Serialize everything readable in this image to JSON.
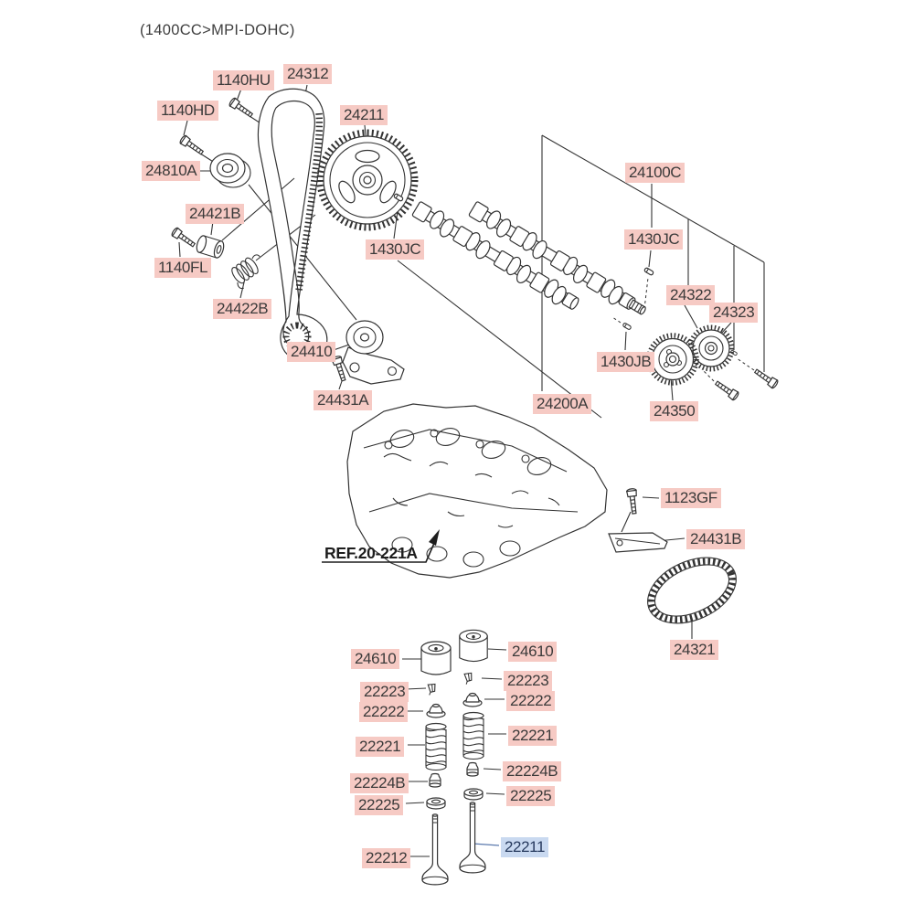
{
  "title": "(1400CC>MPI-DOHC)",
  "ref": {
    "label": "REF.20-221A"
  },
  "colors": {
    "label_bg": "#f6cac4",
    "label_text": "#3b3a3a",
    "highlight_bg": "#c9d9f0",
    "highlight_text": "#273a5e",
    "line": "#333333",
    "highlight_line": "#5b79ad"
  },
  "labels": [
    {
      "id": "t1140HU",
      "text": "1140HU",
      "highlight": false
    },
    {
      "id": "t24312",
      "text": "24312",
      "highlight": false
    },
    {
      "id": "t1140HD",
      "text": "1140HD",
      "highlight": false
    },
    {
      "id": "t24211",
      "text": "24211",
      "highlight": false
    },
    {
      "id": "t24810A",
      "text": "24810A",
      "highlight": false
    },
    {
      "id": "t24421B",
      "text": "24421B",
      "highlight": false
    },
    {
      "id": "t1140FL",
      "text": "1140FL",
      "highlight": false
    },
    {
      "id": "t24422B",
      "text": "24422B",
      "highlight": false
    },
    {
      "id": "t24410",
      "text": "24410",
      "highlight": false
    },
    {
      "id": "t24431A",
      "text": "24431A",
      "highlight": false
    },
    {
      "id": "t1430JCa",
      "text": "1430JC",
      "highlight": false
    },
    {
      "id": "t24100C",
      "text": "24100C",
      "highlight": false
    },
    {
      "id": "t1430JCb",
      "text": "1430JC",
      "highlight": false
    },
    {
      "id": "t24322",
      "text": "24322",
      "highlight": false
    },
    {
      "id": "t24323",
      "text": "24323",
      "highlight": false
    },
    {
      "id": "t1430JB",
      "text": "1430JB",
      "highlight": false
    },
    {
      "id": "t24200A",
      "text": "24200A",
      "highlight": false
    },
    {
      "id": "t24350",
      "text": "24350",
      "highlight": false
    },
    {
      "id": "t1123GF",
      "text": "1123GF",
      "highlight": false
    },
    {
      "id": "t24431B",
      "text": "24431B",
      "highlight": false
    },
    {
      "id": "t24321",
      "text": "24321",
      "highlight": false
    },
    {
      "id": "t24610a",
      "text": "24610",
      "highlight": false
    },
    {
      "id": "t24610b",
      "text": "24610",
      "highlight": false
    },
    {
      "id": "t22223a",
      "text": "22223",
      "highlight": false
    },
    {
      "id": "t22223b",
      "text": "22223",
      "highlight": false
    },
    {
      "id": "t22222a",
      "text": "22222",
      "highlight": false
    },
    {
      "id": "t22222b",
      "text": "22222",
      "highlight": false
    },
    {
      "id": "t22221a",
      "text": "22221",
      "highlight": false
    },
    {
      "id": "t22221b",
      "text": "22221",
      "highlight": false
    },
    {
      "id": "t22224Ba",
      "text": "22224B",
      "highlight": false
    },
    {
      "id": "t22224Bb",
      "text": "22224B",
      "highlight": false
    },
    {
      "id": "t22225a",
      "text": "22225",
      "highlight": false
    },
    {
      "id": "t22225b",
      "text": "22225",
      "highlight": false
    },
    {
      "id": "t22212",
      "text": "22212",
      "highlight": false
    },
    {
      "id": "t22211",
      "text": "22211",
      "highlight": true
    }
  ]
}
